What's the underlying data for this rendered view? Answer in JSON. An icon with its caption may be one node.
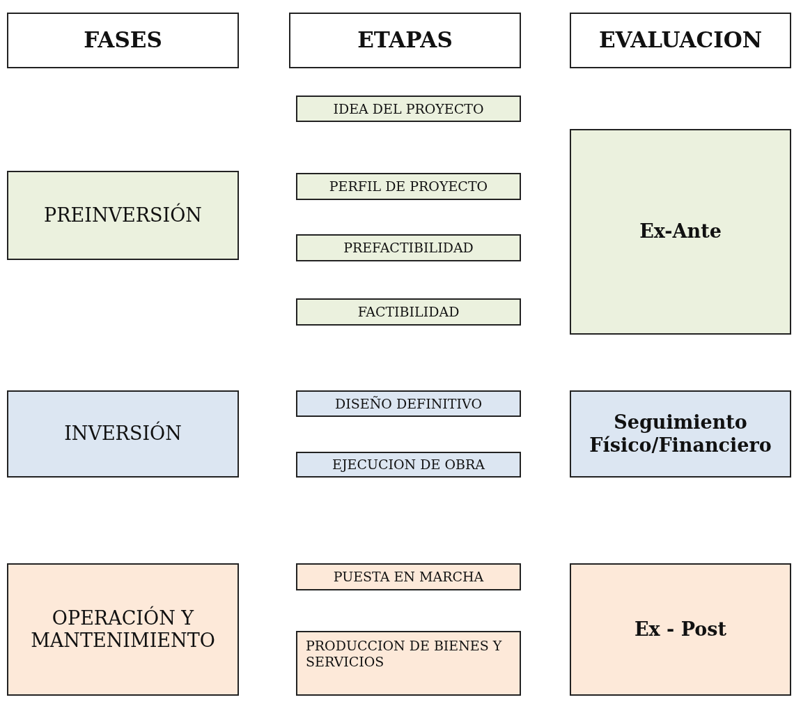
{
  "diagram": {
    "nodes": [
      {
        "text": [
          "FASES"
        ]
      },
      {
        "text": [
          "ETAPAS"
        ]
      },
      {
        "text": [
          "EVALUACION"
        ]
      },
      {
        "text": [
          "PREINVERSIÓN"
        ]
      },
      {
        "text": [
          "IDEA DEL PROYECTO"
        ]
      },
      {
        "text": [
          "PERFIL DE PROYECTO"
        ]
      },
      {
        "text": [
          "PREFACTIBILIDAD"
        ]
      },
      {
        "text": [
          "FACTIBILIDAD"
        ]
      },
      {
        "text": [
          "Ex-Ante"
        ]
      },
      {
        "text": [
          "INVERSIÓN"
        ]
      },
      {
        "text": [
          "DISEÑO DEFINITIVO"
        ]
      },
      {
        "text": [
          "EJECUCION DE OBRA"
        ]
      },
      {
        "text": [
          "Seguimiento Físico/Financiero"
        ]
      },
      {
        "text": [
          "OPERACIÓN Y MANTENIMIENTO"
        ]
      },
      {
        "text": [
          "PUESTA EN MARCHA"
        ]
      },
      {
        "text": [
          "PRODUCCION DE BIENES Y SERVICIOS"
        ]
      },
      {
        "text": [
          "Ex - Post"
        ]
      }
    ]
  }
}
